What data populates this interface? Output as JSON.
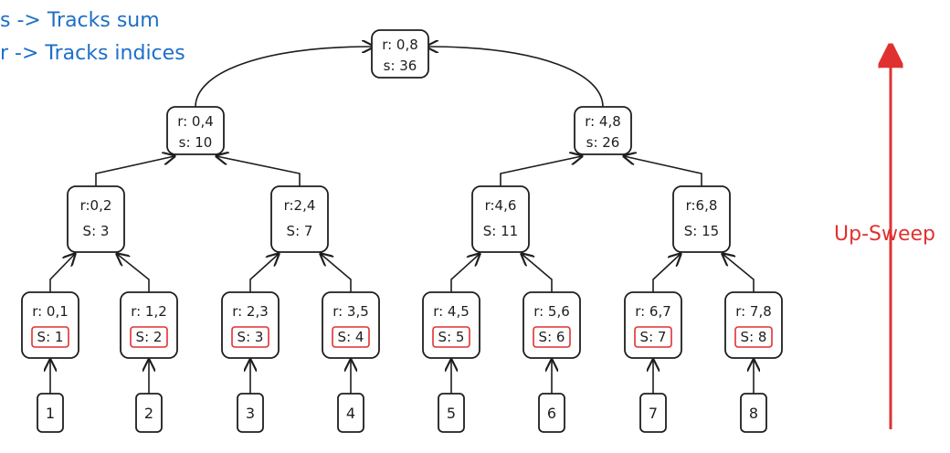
{
  "legend": [
    "s -> Tracks sum",
    "r -> Tracks indices"
  ],
  "up_sweep_label": "Up-Sweep",
  "colors": {
    "stroke": "#1e1e1e",
    "legend_text": "#1c6fc9",
    "leaf_highlight": "#e03131",
    "up_sweep_arrow": "#e03131"
  },
  "inputs": [
    "1",
    "2",
    "3",
    "4",
    "5",
    "6",
    "7",
    "8"
  ],
  "levels": [
    [
      {
        "r": "r: 0,8",
        "s": "s: 36"
      }
    ],
    [
      {
        "r": "r: 0,4",
        "s": "s: 10"
      },
      {
        "r": "r: 4,8",
        "s": "s: 26"
      }
    ],
    [
      {
        "r": "r:0,2",
        "s": "S: 3"
      },
      {
        "r": "r:2,4",
        "s": "S: 7"
      },
      {
        "r": "r:4,6",
        "s": "S: 11"
      },
      {
        "r": "r:6,8",
        "s": "S: 15"
      }
    ],
    [
      {
        "r": "r: 0,1",
        "s": "S: 1"
      },
      {
        "r": "r: 1,2",
        "s": "S: 2"
      },
      {
        "r": "r: 2,3",
        "s": "S: 3"
      },
      {
        "r": "r: 3,5",
        "s": "S: 4"
      },
      {
        "r": "r: 4,5",
        "s": "S: 5"
      },
      {
        "r": "r: 5,6",
        "s": "S: 6"
      },
      {
        "r": "r: 6,7",
        "s": "S: 7"
      },
      {
        "r": "r: 7,8",
        "s": "S: 8"
      }
    ]
  ]
}
